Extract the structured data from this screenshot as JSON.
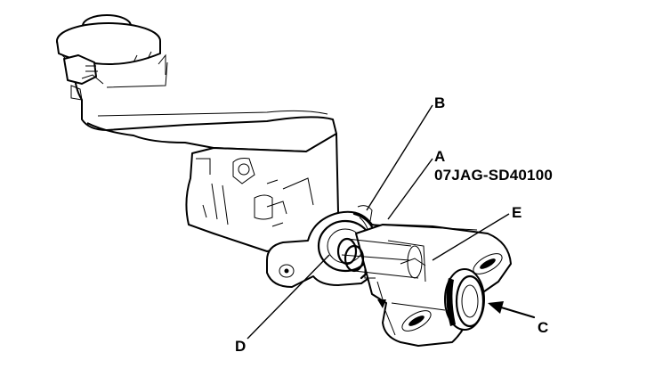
{
  "callouts": {
    "b": "B",
    "a": "A",
    "a_part_number": "07JAG-SD40100",
    "e": "E",
    "c": "C",
    "d": "D"
  },
  "colors": {
    "ink": "#000000",
    "background": "#ffffff"
  }
}
